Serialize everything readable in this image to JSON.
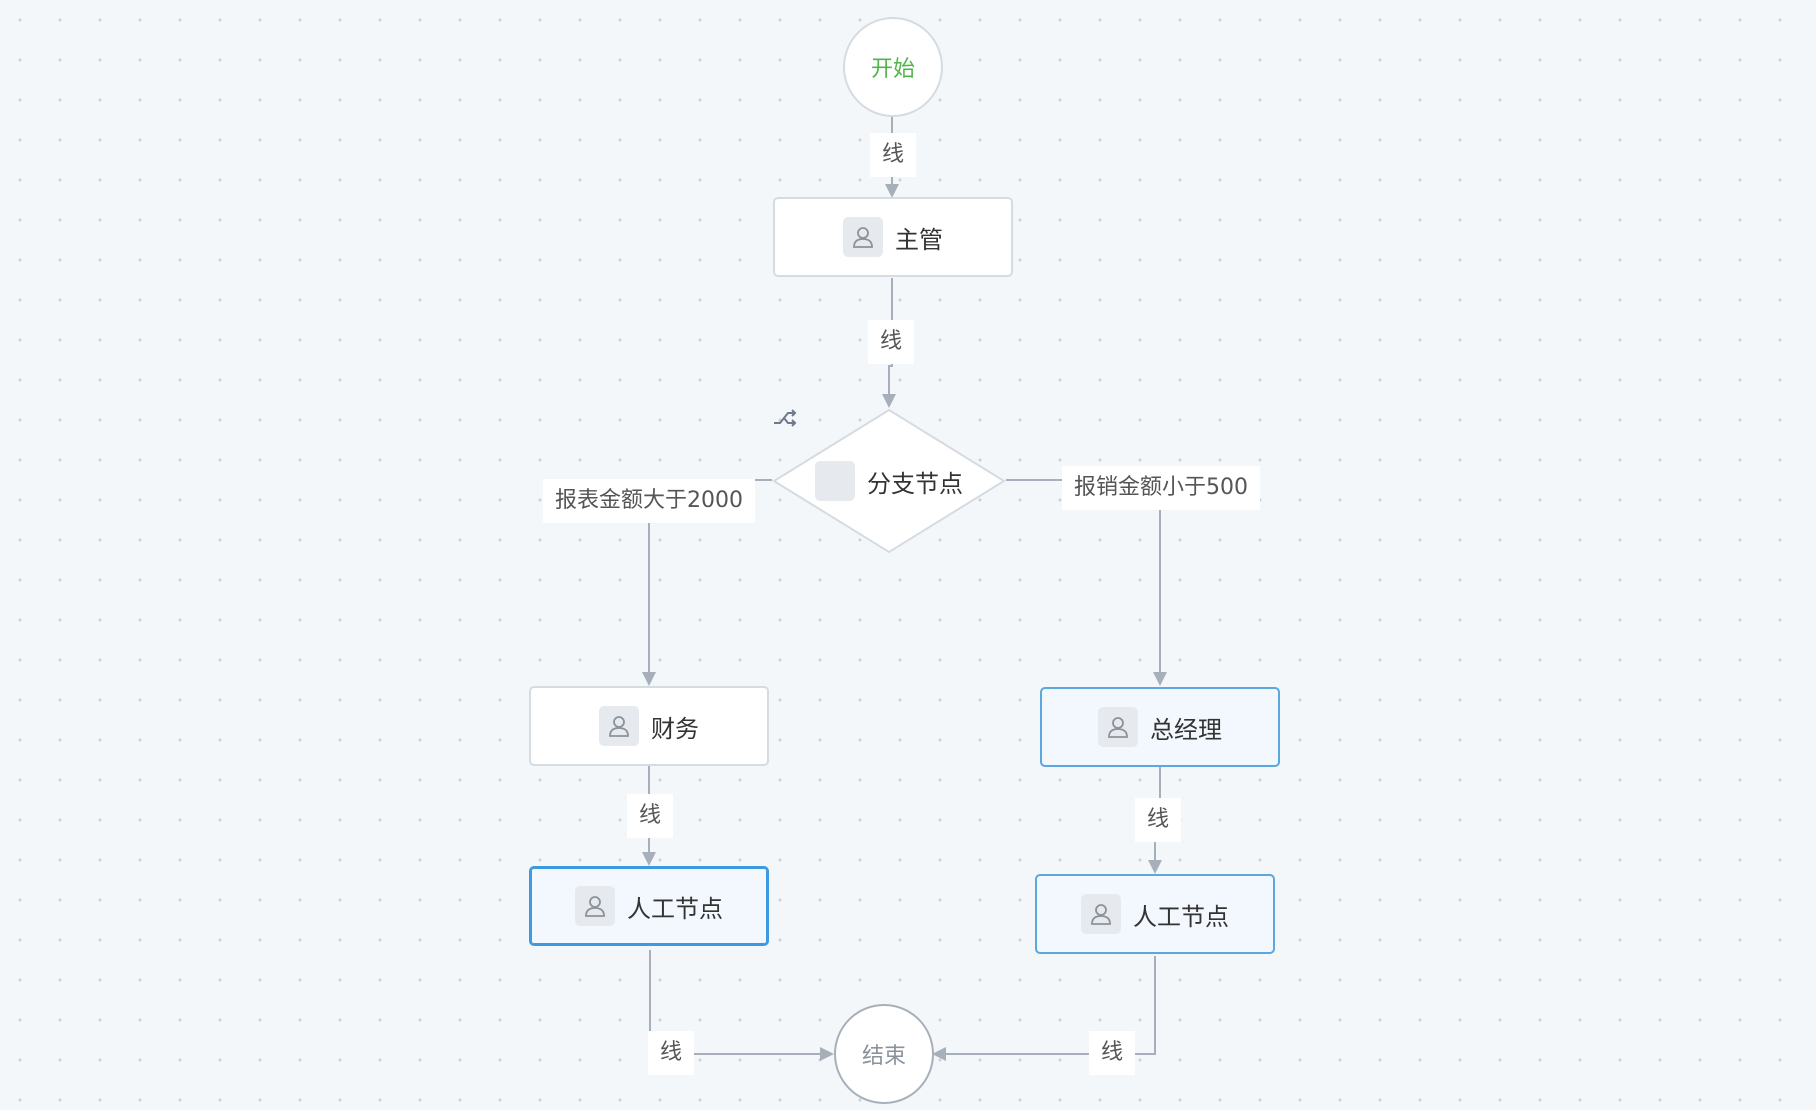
{
  "colors": {
    "background": "#f4f7f9",
    "edge": "#a7b0ba",
    "start_text": "#52b54a",
    "active_border": "#5aa8df",
    "active_fill": "#f2f8fd"
  },
  "nodes": {
    "start": {
      "label": "开始"
    },
    "supervisor": {
      "label": "主管",
      "icon": "user-icon"
    },
    "branch": {
      "label": "分支节点",
      "icon": "branch-icon"
    },
    "finance": {
      "label": "财务",
      "icon": "user-icon"
    },
    "general_manager": {
      "label": "总经理",
      "icon": "user-icon"
    },
    "manual_left": {
      "label": "人工节点",
      "icon": "user-icon"
    },
    "manual_right": {
      "label": "人工节点",
      "icon": "user-icon"
    },
    "end": {
      "label": "结束"
    }
  },
  "edges": {
    "start_to_supervisor": "线",
    "supervisor_to_branch": "线",
    "branch_to_finance": "报表金额大于2000",
    "branch_to_gm": "报销金额小于500",
    "finance_to_manual": "线",
    "gm_to_manual": "线",
    "manual_left_to_end": "线",
    "manual_right_to_end": "线"
  }
}
